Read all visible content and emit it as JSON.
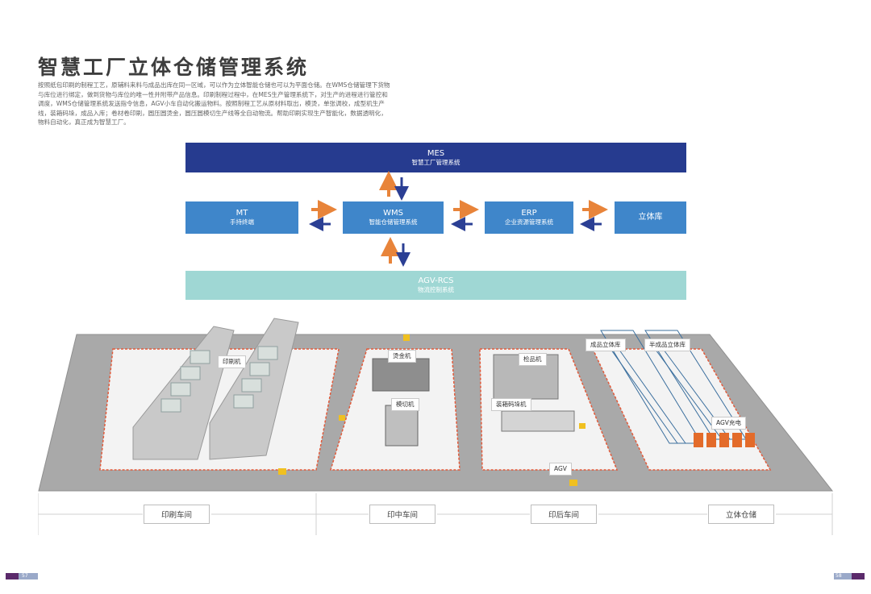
{
  "title": "智慧工厂立体仓储管理系统",
  "intro": "按照纸包印刷的制程工艺，原辅料来料与成品出库在同一区域，可以作为立体智能仓储也可以为平面仓储。在WMS仓储管理下货物与库位进行绑定，做到货物与库位的唯一性并附带产品信息。印刷制程过程中，在MES生产管理系统下，对生产的进程进行管控和调度，WMS仓储管理系统发送指令信息，AGV小车自动化搬运物料。按照制程工艺从原材料取出，模烫，单张调校，成型机生产线，装箱码垛，成品入库；卷材卷印刷，圆压圆烫金，圆压圆模切生产线等全自动物流。帮助印刷实现生产智能化，数据透明化，物料自动化，真正成为智慧工厂。",
  "diagram": {
    "mes": {
      "name": "MES",
      "sub": "智慧工厂管理系统"
    },
    "mt": {
      "name": "MT",
      "sub": "手持终端"
    },
    "wms": {
      "name": "WMS",
      "sub": "智能仓储管理系统"
    },
    "erp": {
      "name": "ERP",
      "sub": "企业资源管理系统"
    },
    "ltk": {
      "name": "立体库"
    },
    "rcs": {
      "name": "AGV-RCS",
      "sub": "物流控制系统"
    }
  },
  "colors": {
    "mes": "#263b8f",
    "blue_box": "#3f86ca",
    "rcs": "#9fd7d4",
    "arrow_orange": "#e8843a",
    "arrow_blue": "#2b3f94",
    "floor": "#a9a9a9",
    "zone_border": "#e35a3a"
  },
  "plant_labels": {
    "press": "印刷机",
    "gold": "烫金机",
    "die": "模切机",
    "inspect": "检品机",
    "pack": "装箱码垛机",
    "agv": "AGV",
    "finished": "成品立体库",
    "semi": "半成品立体库",
    "charge": "AGV充电"
  },
  "workshops": [
    "印刷车间",
    "印中车间",
    "印后车间",
    "立体仓储"
  ],
  "pages": {
    "left": "57",
    "right": "58"
  }
}
